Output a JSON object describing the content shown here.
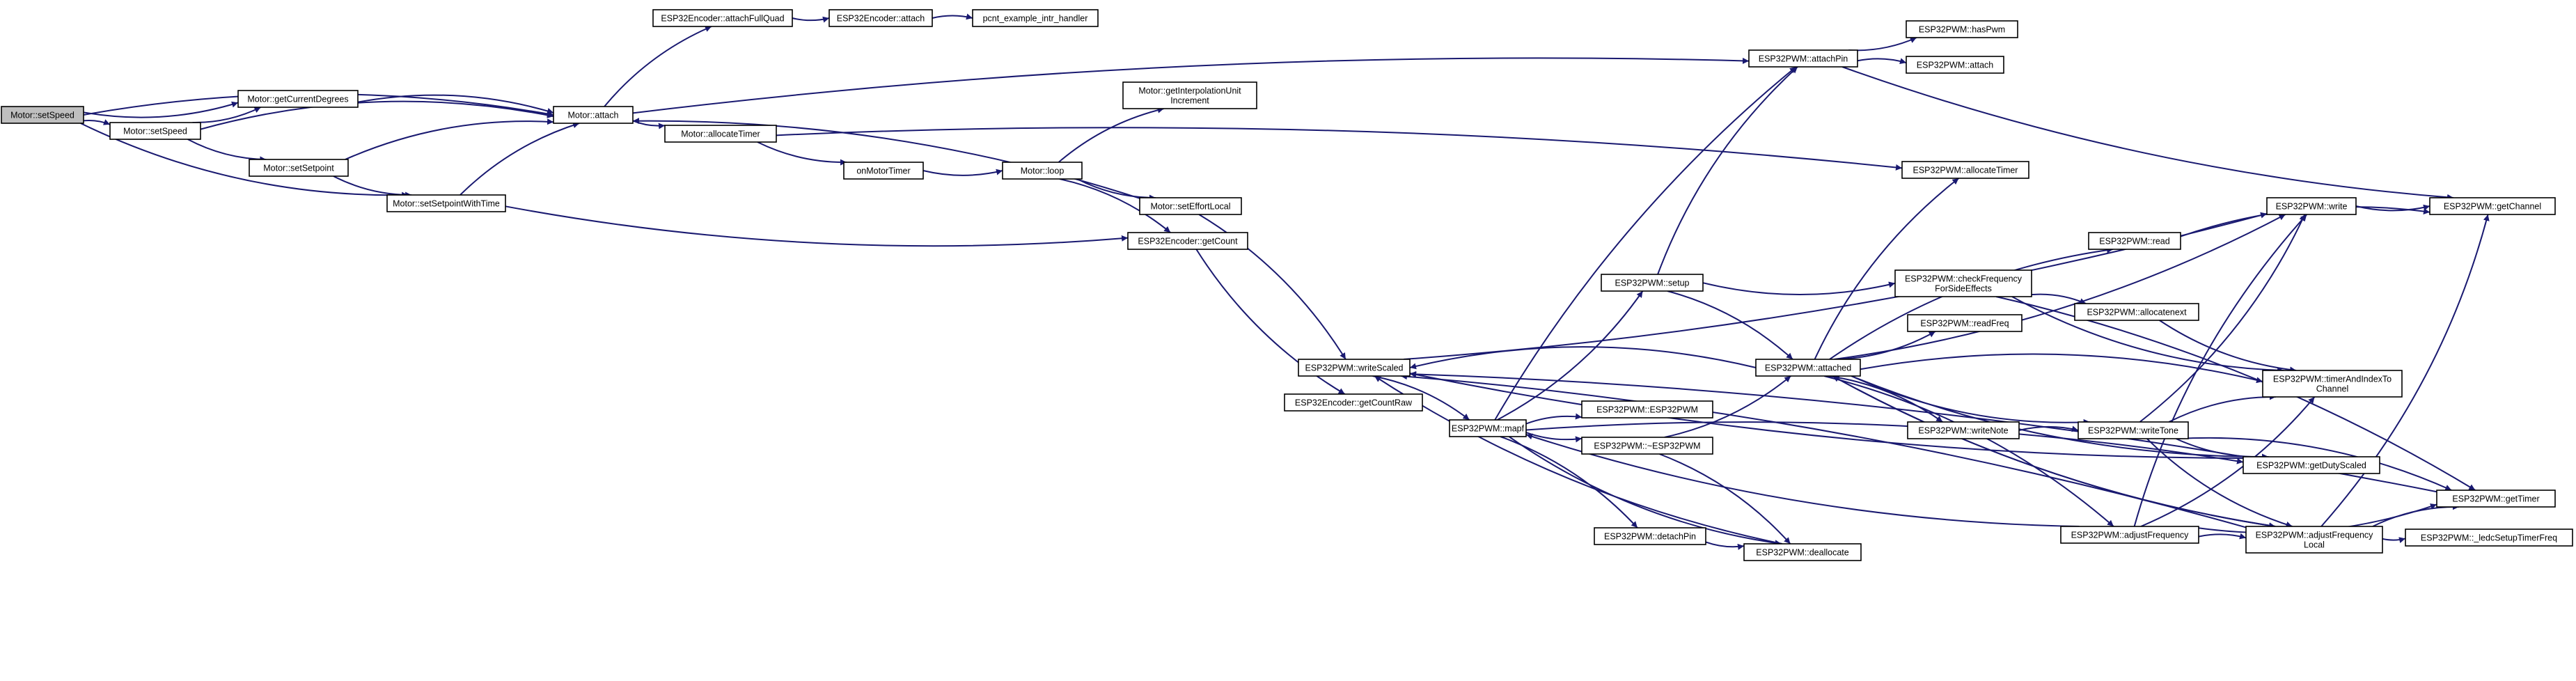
{
  "graph": {
    "edge_color": "#191970",
    "root_fill": "#bfbfbf",
    "node_fill": "#ffffff",
    "nodes": [
      {
        "id": "setSpeed_root",
        "lines": [
          "Motor::setSpeed"
        ],
        "root": true
      },
      {
        "id": "getCurrentDegrees",
        "lines": [
          "Motor::getCurrentDegrees"
        ]
      },
      {
        "id": "setSpeed",
        "lines": [
          "Motor::setSpeed"
        ]
      },
      {
        "id": "setSetpoint",
        "lines": [
          "Motor::setSetpoint"
        ]
      },
      {
        "id": "setSetpointWithTime",
        "lines": [
          "Motor::setSetpointWithTime"
        ]
      },
      {
        "id": "attach",
        "lines": [
          "Motor::attach"
        ]
      },
      {
        "id": "encAttachFullQuad",
        "lines": [
          "ESP32Encoder::attachFullQuad"
        ]
      },
      {
        "id": "encAttach",
        "lines": [
          "ESP32Encoder::attach"
        ]
      },
      {
        "id": "pcntHandler",
        "lines": [
          "pcnt_example_intr_handler"
        ]
      },
      {
        "id": "allocateTimer",
        "lines": [
          "Motor::allocateTimer"
        ]
      },
      {
        "id": "onMotorTimer",
        "lines": [
          "onMotorTimer"
        ]
      },
      {
        "id": "loop",
        "lines": [
          "Motor::loop"
        ]
      },
      {
        "id": "getInterpolationUnitIncrement",
        "lines": [
          "Motor::getInterpolationUnit",
          "Increment"
        ]
      },
      {
        "id": "setEffortLocal",
        "lines": [
          "Motor::setEffortLocal"
        ]
      },
      {
        "id": "encGetCount",
        "lines": [
          "ESP32Encoder::getCount"
        ]
      },
      {
        "id": "encGetCountRaw",
        "lines": [
          "ESP32Encoder::getCountRaw"
        ]
      },
      {
        "id": "writeScaled",
        "lines": [
          "ESP32PWM::writeScaled"
        ]
      },
      {
        "id": "mapf",
        "lines": [
          "ESP32PWM::mapf"
        ]
      },
      {
        "id": "ctor",
        "lines": [
          "ESP32PWM::ESP32PWM"
        ]
      },
      {
        "id": "dtor",
        "lines": [
          "ESP32PWM::~ESP32PWM"
        ]
      },
      {
        "id": "detachPin",
        "lines": [
          "ESP32PWM::detachPin"
        ]
      },
      {
        "id": "deallocate",
        "lines": [
          "ESP32PWM::deallocate"
        ]
      },
      {
        "id": "attachPin",
        "lines": [
          "ESP32PWM::attachPin"
        ]
      },
      {
        "id": "hasPwm",
        "lines": [
          "ESP32PWM::hasPwm"
        ]
      },
      {
        "id": "pwmAttach",
        "lines": [
          "ESP32PWM::attach"
        ]
      },
      {
        "id": "pwmAllocateTimer",
        "lines": [
          "ESP32PWM::allocateTimer"
        ]
      },
      {
        "id": "setup",
        "lines": [
          "ESP32PWM::setup"
        ]
      },
      {
        "id": "attached",
        "lines": [
          "ESP32PWM::attached"
        ]
      },
      {
        "id": "read",
        "lines": [
          "ESP32PWM::read"
        ]
      },
      {
        "id": "checkFreq",
        "lines": [
          "ESP32PWM::checkFrequency",
          "ForSideEffects"
        ]
      },
      {
        "id": "allocatenext",
        "lines": [
          "ESP32PWM::allocatenext"
        ]
      },
      {
        "id": "readFreq",
        "lines": [
          "ESP32PWM::readFreq"
        ]
      },
      {
        "id": "writeNote",
        "lines": [
          "ESP32PWM::writeNote"
        ]
      },
      {
        "id": "writeTone",
        "lines": [
          "ESP32PWM::writeTone"
        ]
      },
      {
        "id": "adjustFrequency",
        "lines": [
          "ESP32PWM::adjustFrequency"
        ]
      },
      {
        "id": "adjustFrequencyLocal",
        "lines": [
          "ESP32PWM::adjustFrequency",
          "Local"
        ]
      },
      {
        "id": "write",
        "lines": [
          "ESP32PWM::write"
        ]
      },
      {
        "id": "getChannel",
        "lines": [
          "ESP32PWM::getChannel"
        ]
      },
      {
        "id": "timerAndIndexToChannel",
        "lines": [
          "ESP32PWM::timerAndIndexTo",
          "Channel"
        ]
      },
      {
        "id": "getDutyScaled",
        "lines": [
          "ESP32PWM::getDutyScaled"
        ]
      },
      {
        "id": "getTimer",
        "lines": [
          "ESP32PWM::getTimer"
        ]
      },
      {
        "id": "ledcSetupTimerFreq",
        "lines": [
          "ESP32PWM::_ledcSetupTimerFreq"
        ]
      }
    ],
    "edges": [
      {
        "from": "setSpeed_root",
        "to": "attach"
      },
      {
        "from": "setSpeed_root",
        "to": "getCurrentDegrees"
      },
      {
        "from": "setSpeed_root",
        "to": "setSpeed"
      },
      {
        "from": "setSpeed_root",
        "to": "setSetpointWithTime"
      },
      {
        "from": "getCurrentDegrees",
        "to": "attach"
      },
      {
        "from": "setSpeed",
        "to": "getCurrentDegrees"
      },
      {
        "from": "setSpeed",
        "to": "attach"
      },
      {
        "from": "setSpeed",
        "to": "setSetpoint"
      },
      {
        "from": "setSetpoint",
        "to": "attach"
      },
      {
        "from": "setSetpoint",
        "to": "setSetpointWithTime"
      },
      {
        "from": "setSetpointWithTime",
        "to": "attach"
      },
      {
        "from": "setSetpointWithTime",
        "to": "encGetCount"
      },
      {
        "from": "attach",
        "to": "encAttachFullQuad"
      },
      {
        "from": "attach",
        "to": "allocateTimer"
      },
      {
        "from": "attach",
        "to": "attachPin"
      },
      {
        "from": "encAttachFullQuad",
        "to": "encAttach"
      },
      {
        "from": "encAttach",
        "to": "pcntHandler"
      },
      {
        "from": "allocateTimer",
        "to": "onMotorTimer"
      },
      {
        "from": "allocateTimer",
        "to": "pwmAllocateTimer"
      },
      {
        "from": "onMotorTimer",
        "to": "loop"
      },
      {
        "from": "loop",
        "to": "getInterpolationUnitIncrement"
      },
      {
        "from": "loop",
        "to": "setEffortLocal"
      },
      {
        "from": "loop",
        "to": "encGetCount"
      },
      {
        "from": "setEffortLocal",
        "to": "attach"
      },
      {
        "from": "setEffortLocal",
        "to": "writeScaled"
      },
      {
        "from": "encGetCount",
        "to": "encGetCountRaw"
      },
      {
        "from": "writeScaled",
        "to": "mapf"
      },
      {
        "from": "writeScaled",
        "to": "write"
      },
      {
        "from": "mapf",
        "to": "attachPin"
      },
      {
        "from": "mapf",
        "to": "setup"
      },
      {
        "from": "mapf",
        "to": "ctor"
      },
      {
        "from": "mapf",
        "to": "dtor"
      },
      {
        "from": "mapf",
        "to": "detachPin"
      },
      {
        "from": "mapf",
        "to": "deallocate"
      },
      {
        "from": "mapf",
        "to": "getDutyScaled"
      },
      {
        "from": "dtor",
        "to": "attached"
      },
      {
        "from": "dtor",
        "to": "deallocate"
      },
      {
        "from": "detachPin",
        "to": "deallocate"
      },
      {
        "from": "deallocate",
        "to": "writeScaled"
      },
      {
        "from": "attachPin",
        "to": "hasPwm"
      },
      {
        "from": "attachPin",
        "to": "pwmAttach"
      },
      {
        "from": "attachPin",
        "to": "getChannel"
      },
      {
        "from": "setup",
        "to": "attachPin"
      },
      {
        "from": "setup",
        "to": "checkFreq"
      },
      {
        "from": "setup",
        "to": "attached"
      },
      {
        "from": "attached",
        "to": "writeScaled"
      },
      {
        "from": "attached",
        "to": "pwmAllocateTimer"
      },
      {
        "from": "attached",
        "to": "write"
      },
      {
        "from": "attached",
        "to": "read"
      },
      {
        "from": "attached",
        "to": "readFreq"
      },
      {
        "from": "attached",
        "to": "writeNote"
      },
      {
        "from": "attached",
        "to": "writeTone"
      },
      {
        "from": "attached",
        "to": "timerAndIndexToChannel"
      },
      {
        "from": "attached",
        "to": "getDutyScaled"
      },
      {
        "from": "attached",
        "to": "adjustFrequency"
      },
      {
        "from": "attached",
        "to": "adjustFrequencyLocal"
      },
      {
        "from": "checkFreq",
        "to": "allocatenext"
      },
      {
        "from": "checkFreq",
        "to": "timerAndIndexToChannel"
      },
      {
        "from": "checkFreq",
        "to": "getTimer"
      },
      {
        "from": "allocatenext",
        "to": "timerAndIndexToChannel"
      },
      {
        "from": "read",
        "to": "getChannel"
      },
      {
        "from": "write",
        "to": "getChannel"
      },
      {
        "from": "writeNote",
        "to": "writeTone"
      },
      {
        "from": "writeTone",
        "to": "write"
      },
      {
        "from": "writeTone",
        "to": "timerAndIndexToChannel"
      },
      {
        "from": "writeTone",
        "to": "getDutyScaled"
      },
      {
        "from": "writeTone",
        "to": "getTimer"
      },
      {
        "from": "writeTone",
        "to": "adjustFrequencyLocal"
      },
      {
        "from": "adjustFrequency",
        "to": "write"
      },
      {
        "from": "adjustFrequency",
        "to": "getTimer"
      },
      {
        "from": "adjustFrequency",
        "to": "adjustFrequencyLocal"
      },
      {
        "from": "adjustFrequency",
        "to": "timerAndIndexToChannel"
      },
      {
        "from": "adjustFrequency",
        "to": "mapf"
      },
      {
        "from": "adjustFrequencyLocal",
        "to": "getChannel"
      },
      {
        "from": "adjustFrequencyLocal",
        "to": "getTimer"
      },
      {
        "from": "adjustFrequencyLocal",
        "to": "ledcSetupTimerFreq"
      },
      {
        "from": "adjustFrequencyLocal",
        "to": "attached"
      },
      {
        "from": "adjustFrequencyLocal",
        "to": "writeScaled"
      },
      {
        "from": "getDutyScaled",
        "to": "writeScaled"
      },
      {
        "from": "getTimer",
        "to": "writeScaled"
      }
    ]
  }
}
